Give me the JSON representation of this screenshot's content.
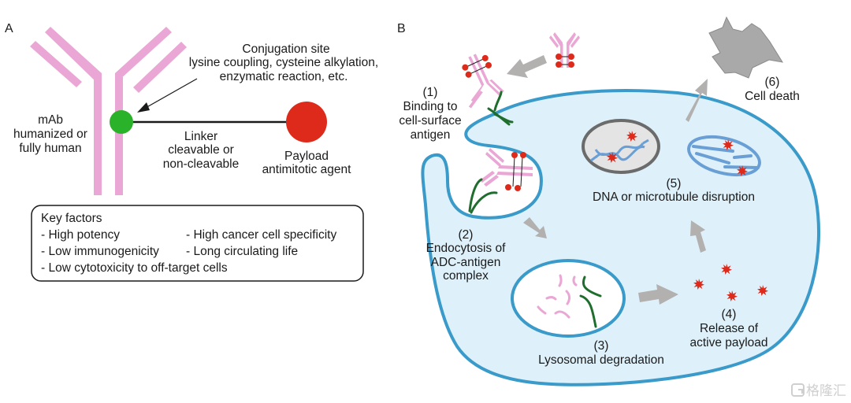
{
  "panels": {
    "a": {
      "label": "A",
      "mab": {
        "title": "mAb",
        "line1": "humanized or",
        "line2": "fully human"
      },
      "conjugation": {
        "title": "Conjugation site",
        "line1": "lysine coupling, cysteine alkylation,",
        "line2": "enzymatic reaction, etc."
      },
      "linker": {
        "title": "Linker",
        "line1": "cleavable or",
        "line2": "non-cleavable"
      },
      "payload": {
        "title": "Payload",
        "line1": "antimitotic agent"
      },
      "key_factors": {
        "title": "Key factors",
        "items": [
          "- High potency",
          "- High cancer cell specificity",
          "- Low immunogenicity",
          "- Long circulating life",
          "- Low cytotoxicity to off-target cells"
        ]
      }
    },
    "b": {
      "label": "B",
      "steps": [
        {
          "num": "(1)",
          "lines": [
            "Binding to",
            "cell-surface",
            "antigen"
          ]
        },
        {
          "num": "(2)",
          "lines": [
            "Endocytosis of",
            "ADC-antigen",
            "complex"
          ]
        },
        {
          "num": "(3)",
          "lines": [
            "Lysosomal degradation"
          ]
        },
        {
          "num": "(4)",
          "lines": [
            "Release of",
            "active payload"
          ]
        },
        {
          "num": "(5)",
          "lines": [
            "DNA or microtubule disruption"
          ]
        },
        {
          "num": "(6)",
          "lines": [
            "Cell death"
          ]
        }
      ]
    }
  },
  "watermark": {
    "text": "格隆汇",
    "icon": "gelonghui-logo-icon"
  },
  "colors": {
    "antibody": "#eaa6d4",
    "conjugation_site": "#2bb22b",
    "payload": "#dd2a1b",
    "antigen": "#1f6e2e",
    "membrane": "#3a9ac9",
    "cytoplasm": "#def1fa",
    "arrow": "#b3b0b0",
    "dna": "#6a9fd6",
    "nucleus_fill": "#e4e4e4",
    "nucleus_border": "#6b6b6b",
    "dead_cell": "#a9a9a9"
  }
}
